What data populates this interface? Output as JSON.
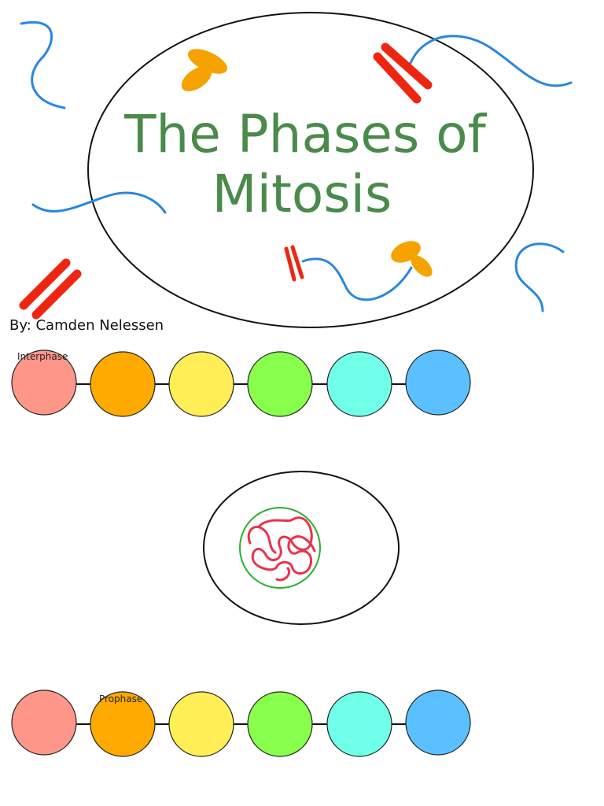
{
  "title": {
    "line1": "The Phases of",
    "line2": "Mitosis"
  },
  "author": "By: Camden Nelessen",
  "timeline_labels": {
    "interphase": "Interphase",
    "prophase": "Prophase"
  },
  "colors": {
    "title_text": "#4a8a4a",
    "cell_outline": "#111111",
    "spindle_fiber": "#2a86e0",
    "chromosome": "#ee2611",
    "centrosome": "#f5a300",
    "nucleus_outline": "#2bb02b",
    "chromatin": "#e8334a",
    "timeline_circles": [
      "#ff968a",
      "#ffaa00",
      "#ffee55",
      "#88ff4c",
      "#70ffe8",
      "#5ac0ff"
    ]
  }
}
